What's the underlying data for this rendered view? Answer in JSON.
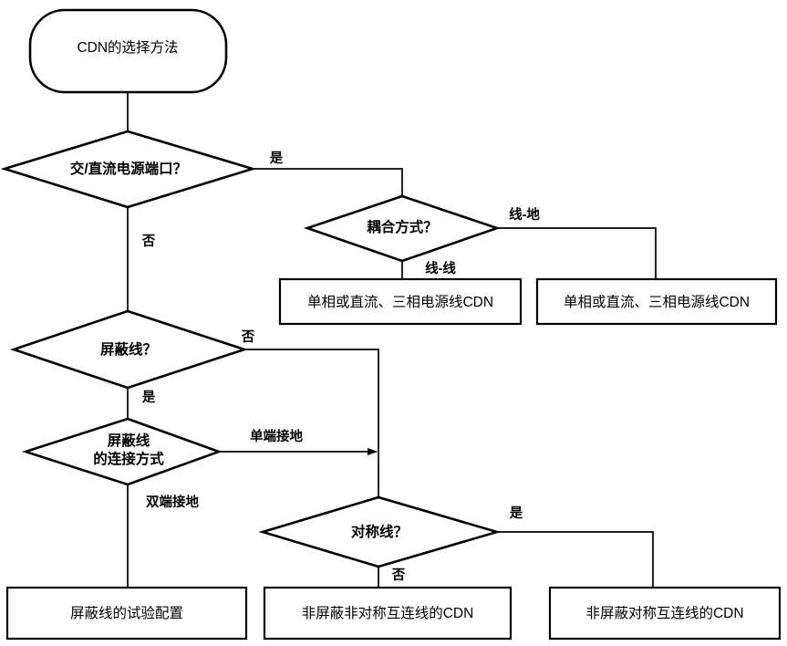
{
  "diagram": {
    "title": "CDN的选择方法",
    "type": "flowchart",
    "orientation": "top-down",
    "background_color": "#ffffff",
    "line_color": "#000000",
    "nodes": [
      {
        "id": "start",
        "shape": "terminal",
        "label": "CDN的选择方法"
      },
      {
        "id": "d1",
        "shape": "decision",
        "label": "交/直流电源端口？"
      },
      {
        "id": "d2",
        "shape": "decision",
        "label": "耦合方式？"
      },
      {
        "id": "p1",
        "shape": "process",
        "label": "单相或直流、三相电源线CDN"
      },
      {
        "id": "p2",
        "shape": "process",
        "label": "单相或直流、三相电源线CDN"
      },
      {
        "id": "d3",
        "shape": "decision",
        "label": "屏蔽线？"
      },
      {
        "id": "d4",
        "shape": "decision",
        "label_line1": "屏蔽线",
        "label_line2": "的连接方式"
      },
      {
        "id": "d5",
        "shape": "decision",
        "label": "对称线？"
      },
      {
        "id": "p3",
        "shape": "process",
        "label": "屏蔽线的试验配置"
      },
      {
        "id": "p4",
        "shape": "process",
        "label": "非屏蔽非对称互连线的CDN"
      },
      {
        "id": "p5",
        "shape": "process",
        "label": "非屏蔽对称互连线的CDN"
      }
    ],
    "edge_labels": {
      "d1_yes": "是",
      "d1_no": "否",
      "d2_right": "线-地",
      "d2_down": "线-线",
      "d3_no": "否",
      "d3_yes": "是",
      "d4_right": "单端接地",
      "d4_down": "双端接地",
      "d5_yes": "是",
      "d5_no": "否"
    }
  }
}
